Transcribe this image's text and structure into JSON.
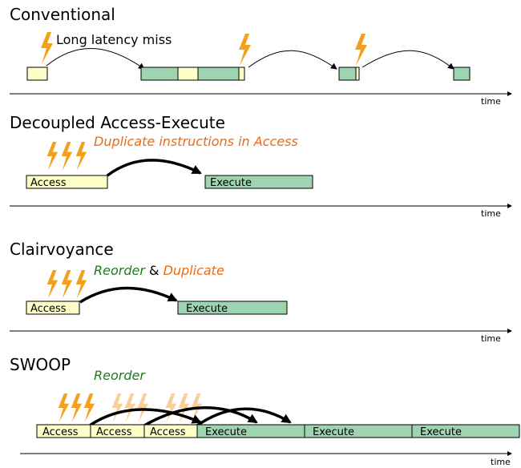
{
  "colors": {
    "access_fill": "#ffffc8",
    "execute_fill": "#9ed5b0",
    "bolt": "#f5a01c",
    "bolt_faded": "#f8cf9a",
    "orange_text": "#ee6a10",
    "green_text": "#1f7a1f"
  },
  "icons": [
    "lightning-bolt-icon",
    "arrow-icon"
  ],
  "time_label": "time",
  "conventional": {
    "title": "Conventional",
    "annotation": "Long latency miss"
  },
  "dae": {
    "title": "Decoupled Access-Execute",
    "annotation": "Duplicate instructions in Access",
    "access_label": "Access",
    "execute_label": "Execute"
  },
  "clairvoyance": {
    "title": "Clairvoyance",
    "annotation_part1": "Reorder",
    "annotation_amp": " & ",
    "annotation_part2": "Duplicate",
    "access_label": "Access",
    "execute_label": "Execute"
  },
  "swoop": {
    "title": "SWOOP",
    "annotation": "Reorder",
    "access_labels": [
      "Access",
      "Access",
      "Access"
    ],
    "execute_labels": [
      "Execute",
      "Execute",
      "Execute"
    ]
  }
}
